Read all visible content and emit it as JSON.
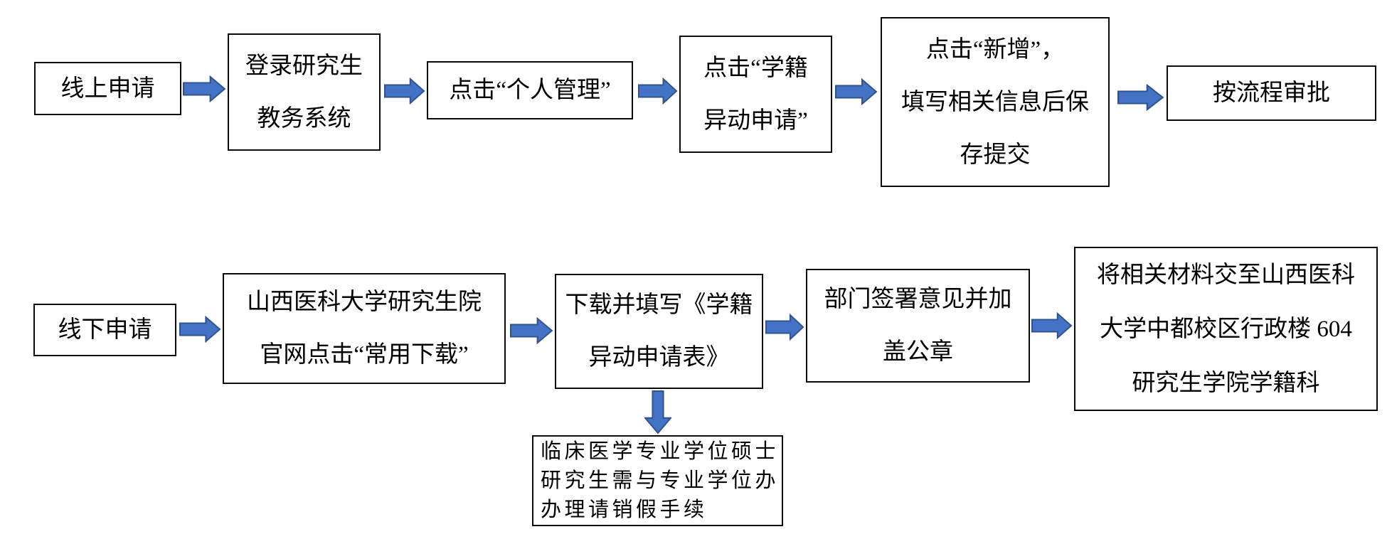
{
  "colors": {
    "arrow_fill": "#4472C4",
    "arrow_stroke": "#2F528F",
    "box_border": "#0a0a0a",
    "text": "#000000",
    "background": "#ffffff"
  },
  "online_flow": {
    "nodes": [
      {
        "lines": [
          "线上申请"
        ]
      },
      {
        "lines": [
          "登录研究生",
          "教务系统"
        ]
      },
      {
        "lines": [
          "点击“个人管理”"
        ]
      },
      {
        "lines": [
          "点击“学籍",
          "异动申请”"
        ]
      },
      {
        "lines": [
          "点击“新增”，",
          "填写相关信息后保",
          "存提交"
        ]
      },
      {
        "lines": [
          "按流程审批"
        ]
      }
    ]
  },
  "offline_flow": {
    "nodes": [
      {
        "lines": [
          "线下申请"
        ]
      },
      {
        "lines": [
          "山西医科大学研究生院",
          "官网点击“常用下载”"
        ]
      },
      {
        "lines": [
          "下载并填写《学籍",
          "异动申请表》"
        ]
      },
      {
        "lines": [
          "部门签署意见并加",
          "盖公章"
        ]
      },
      {
        "lines": [
          "将相关材料交至山西医科",
          "大学中都校区行政楼 604",
          "研究生学院学籍科"
        ]
      }
    ],
    "note": {
      "lines": [
        "临床医学专业学位硕士",
        "研究生需与专业学位办",
        "办理请销假手续"
      ]
    }
  }
}
